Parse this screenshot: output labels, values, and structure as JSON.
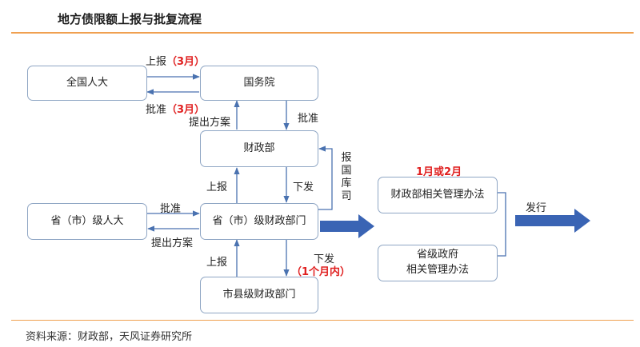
{
  "title": "地方债限额上报与批复流程",
  "source": "资料来源：财政部，天风证券研究所",
  "nodes": {
    "npc": "全国人大",
    "state_council": "国务院",
    "mof": "财政部",
    "prov_congress": "省（市）级人大",
    "prov_finance": "省（市）级财政部门",
    "city_finance": "市县级财政部门",
    "mof_rules": "财政部相关管理办法",
    "prov_gov_rules_1": "省级政府",
    "prov_gov_rules_2": "相关管理办法"
  },
  "labels": {
    "report": "上报",
    "report_time": "（3月）",
    "approve": "批准",
    "approve_time": "（3月）",
    "propose_plan": "提出方案",
    "approve_right": "批准",
    "report_state_treasury": "报国库司",
    "report_mid": "上报",
    "issue_mid": "下发",
    "approve_prov": "批准",
    "propose_plan_prov": "提出方案",
    "report_bottom": "上报",
    "issue_bottom": "下发",
    "issue_bottom_time": "（1个月内）",
    "month_1_or_2": "1月或2月",
    "issue_bond": "发行"
  },
  "colors": {
    "accent": "#f0a050",
    "box_border": "#8fa6c4",
    "arrow": "#4a72b0",
    "big_arrow": "#3a64b4",
    "highlight": "#e02020"
  }
}
